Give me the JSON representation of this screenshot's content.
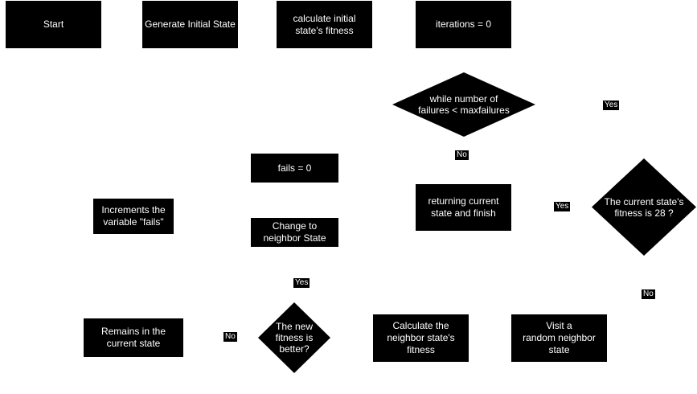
{
  "nodes": {
    "start": "Start",
    "generate_initial_state": "Generate Initial State",
    "calculate_initial_fitness": "calculate initial\nstate's fitness",
    "iterations_zero": "iterations = 0",
    "while_failures": "while number of\nfailures < maxfailures",
    "fails_zero": "fails = 0",
    "change_to_neighbor": "Change to\nneighbor State",
    "increments_fails": "Increments the\nvariable \"fails\"",
    "returning_current_state": "returning current\nstate and finish",
    "fitness_is_28": "The current state's\nfitness is 28 ?",
    "remains_in_state": "Remains in the\ncurrent state",
    "new_fitness_better": "The new\nfitness is\nbetter?",
    "calculate_neighbor_fitness": "Calculate  the\nneighbor state's\nfitness",
    "visit_random_neighbor": "Visit a\nrandom neighbor\nstate"
  },
  "labels": {
    "yes_while": "Yes",
    "no_while": "No",
    "yes_fitness28": "Yes",
    "no_fitness28": "No",
    "yes_better": "Yes",
    "no_better": "No"
  }
}
